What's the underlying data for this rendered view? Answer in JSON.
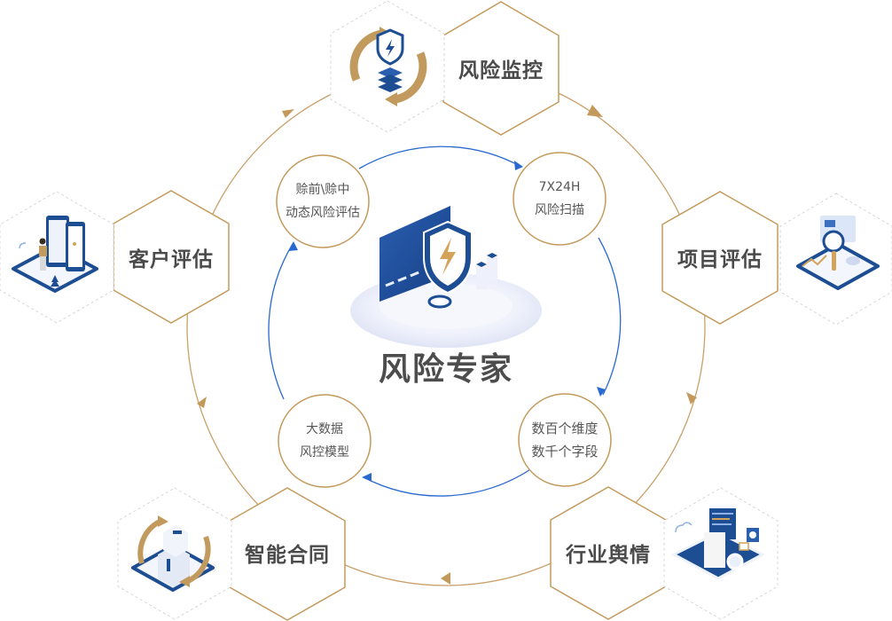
{
  "center": {
    "title": "风险专家",
    "icon": "shield-lightning-card-icon"
  },
  "inner_nodes": [
    {
      "line1": "赊前\\赊中",
      "line2": "动态风险评估"
    },
    {
      "line1": "7X24H",
      "line2": "风险扫描"
    },
    {
      "line1": "数百个维度",
      "line2": "数千个字段"
    },
    {
      "line1": "大数据",
      "line2": "风控模型"
    }
  ],
  "outer_nodes": [
    {
      "label": "风险监控",
      "icon": "shield-server-cycle-icon"
    },
    {
      "label": "项目评估",
      "icon": "magnifier-dashboard-icon"
    },
    {
      "label": "行业舆情",
      "icon": "document-magnifier-icon"
    },
    {
      "label": "智能合同",
      "icon": "box-cycle-icon"
    },
    {
      "label": "客户评估",
      "icon": "person-phone-document-icon"
    }
  ],
  "colors": {
    "gold": "#c49a5c",
    "blue": "#1f5fbf",
    "navy": "#1d4e94",
    "text": "#4a4a4a"
  }
}
